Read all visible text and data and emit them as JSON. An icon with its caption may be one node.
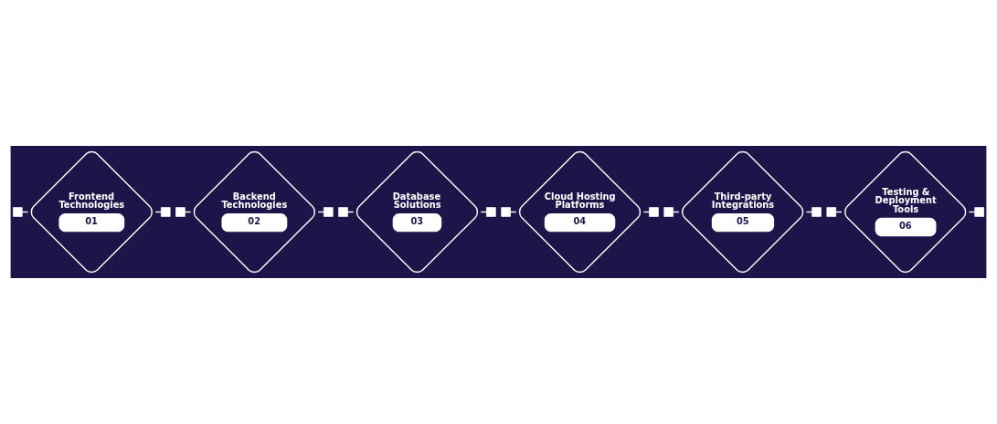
{
  "diagram": {
    "nodes": [
      {
        "text": [
          "Frontend Technologies",
          "01"
        ]
      },
      {
        "text": [
          "Backend Technologies",
          "02"
        ]
      },
      {
        "text": [
          "Database Solutions",
          "03"
        ]
      },
      {
        "text": [
          "Cloud Hosting Platforms",
          "04"
        ]
      },
      {
        "text": [
          "Third-party Integrations",
          "05"
        ]
      },
      {
        "text": [
          "Testing & Deployment Tools",
          "06"
        ]
      },
      {
        "text": [],
        "shape": "box"
      },
      {
        "text": [],
        "shape": "box"
      },
      {
        "text": [],
        "shape": "box"
      },
      {
        "text": [],
        "shape": "box"
      },
      {
        "text": [],
        "shape": "box"
      },
      {
        "text": [],
        "shape": "box"
      },
      {
        "text": [],
        "shape": "box"
      },
      {
        "text": [],
        "shape": "box"
      },
      {
        "text": [],
        "shape": "box"
      },
      {
        "text": [],
        "shape": "box"
      },
      {
        "text": [],
        "shape": "box"
      },
      {
        "text": [],
        "shape": "box"
      }
    ],
    "edges": [
      {
        "from": 6,
        "to": 0,
        "arrow": "none"
      },
      {
        "from": 0,
        "to": 7,
        "arrow": "none"
      },
      {
        "from": 8,
        "to": 1,
        "arrow": "none"
      },
      {
        "from": 1,
        "to": 9,
        "arrow": "none"
      },
      {
        "from": 10,
        "to": 2,
        "arrow": "none"
      },
      {
        "from": 2,
        "to": 11,
        "arrow": "none"
      },
      {
        "from": 12,
        "to": 3,
        "arrow": "none"
      },
      {
        "from": 3,
        "to": 13,
        "arrow": "none"
      },
      {
        "from": 14,
        "to": 4,
        "arrow": "none"
      },
      {
        "from": 4,
        "to": 15,
        "arrow": "none"
      },
      {
        "from": 16,
        "to": 5,
        "arrow": "none"
      },
      {
        "from": 5,
        "to": 17,
        "arrow": "none"
      }
    ]
  }
}
